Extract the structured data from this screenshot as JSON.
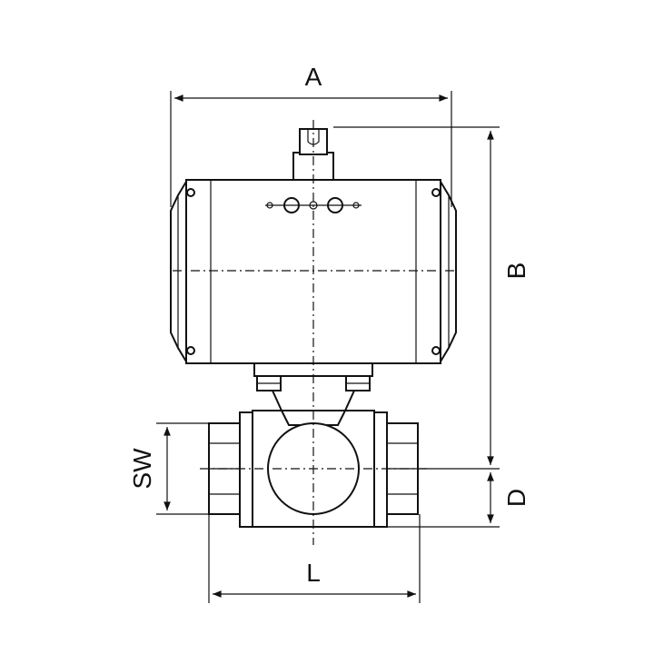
{
  "dimensions": {
    "A": "A",
    "B": "B",
    "D": "D",
    "SW": "SW",
    "L": "L"
  }
}
